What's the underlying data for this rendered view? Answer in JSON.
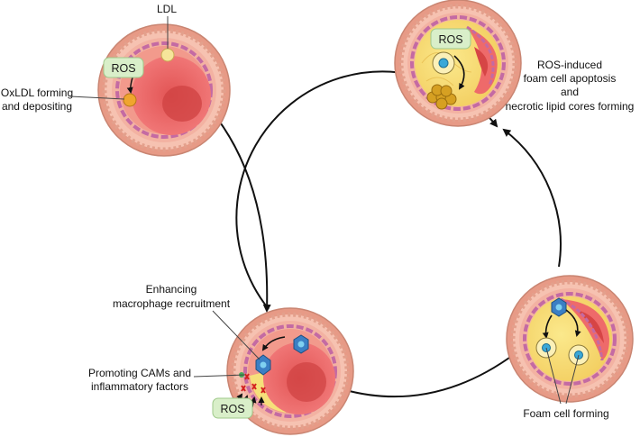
{
  "labels": {
    "ldl": "LDL",
    "oxldl_line1": "OxLDL forming",
    "oxldl_line2": "and depositing",
    "ros": "ROS",
    "apoptosis_line1": "ROS-induced",
    "apoptosis_line2": "foam cell apoptosis",
    "apoptosis_line3": "and",
    "apoptosis_line4": "necrotic lipid cores forming",
    "recruit_line1": "Enhancing",
    "recruit_line2": "macrophage recruitment",
    "cams_line1": "Promoting CAMs and",
    "cams_line2": "inflammatory factors",
    "foam": "Foam cell forming"
  },
  "colors": {
    "wall_outer": "#d9907f",
    "wall_band": "#f1b7a6",
    "media_purple": "#c46aa3",
    "lumen": "#ee6a6a",
    "lumen_core": "#d74545",
    "plaque": "#f5e27a",
    "ros_box": "#d9efc9",
    "arrow": "#111111"
  }
}
